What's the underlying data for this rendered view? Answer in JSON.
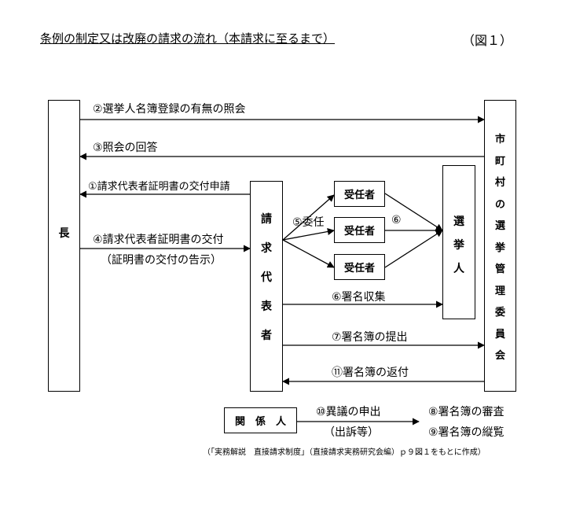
{
  "title": "条例の制定又は改廃の請求の流れ（本請求に至るまで）",
  "figure_number": "（図１）",
  "nodes": {
    "chief": "長",
    "requester": [
      "請",
      "求",
      "代",
      "表",
      "者"
    ],
    "commission": [
      "市",
      "町",
      "村",
      "の",
      "選",
      "挙",
      "管",
      "理",
      "委",
      "員",
      "会"
    ],
    "voters": [
      "選",
      "挙",
      "人"
    ],
    "delegate_1": "受任者",
    "delegate_2": "受任者",
    "delegate_3": "受任者",
    "parties": "関　係　人"
  },
  "labels": {
    "step2": "②選挙人名簿登録の有無の照会",
    "step3": "③照会の回答",
    "step1": "①請求代表者証明書の交付申請",
    "step4": "④請求代表者証明書の交付",
    "step4_note": "（証明書の交付の告示）",
    "step5": "⑤委任",
    "step6_mark": "⑥",
    "step6": "⑥署名収集",
    "step7": "⑦署名簿の提出",
    "step11": "⑪署名簿の返付",
    "step10": "⑩異議の申出",
    "step10_note": "（出訴等）",
    "step8": "⑧署名簿の審査",
    "step9": "⑨署名簿の縦覧"
  },
  "source": "（「実務解説　直接請求制度」（直接請求実務研究会編）ｐ９図１をもとに作成）"
}
